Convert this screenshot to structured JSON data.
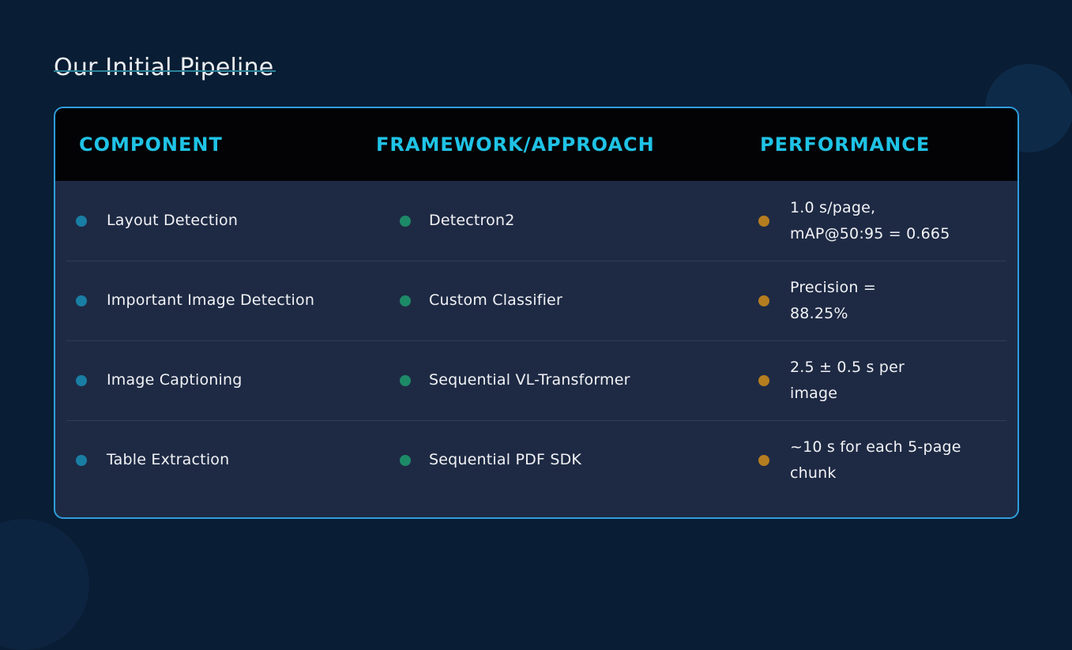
{
  "slide": {
    "title": "Our Initial Pipeline"
  },
  "table": {
    "headers": [
      "COMPONENT",
      "FRAMEWORK/APPROACH",
      "PERFORMANCE"
    ],
    "rows": [
      {
        "component": "Layout Detection",
        "framework": "Detectron2",
        "performance": "1.0 s/page,\nmAP@50:95 = 0.665"
      },
      {
        "component": "Important Image Detection",
        "framework": "Custom Classifier",
        "performance": "Precision =\n88.25%"
      },
      {
        "component": "Image Captioning",
        "framework": "Sequential VL-Transformer",
        "performance": "2.5 ± 0.5 s per\nimage"
      },
      {
        "component": "Table Extraction",
        "framework": "Sequential PDF SDK",
        "performance": "~10 s for each 5-page\nchunk"
      }
    ]
  },
  "colors": {
    "page_background": "#091d34",
    "table_body_background": "#1e2a44",
    "header_background": "#030305",
    "header_text": "#1fc3e6",
    "table_border": "#2f9edb",
    "title_text": "#eceef2",
    "title_underline": "#2b8399",
    "body_text": "#f1f2f5",
    "row_separator": "#2b3d54",
    "bullet_component": "#197ea4",
    "bullet_framework": "#1d8a67",
    "bullet_performance": "#b47d20",
    "decorative_circle_top_right": "#0e2a49",
    "decorative_circle_bottom_left": "#0c2440"
  }
}
